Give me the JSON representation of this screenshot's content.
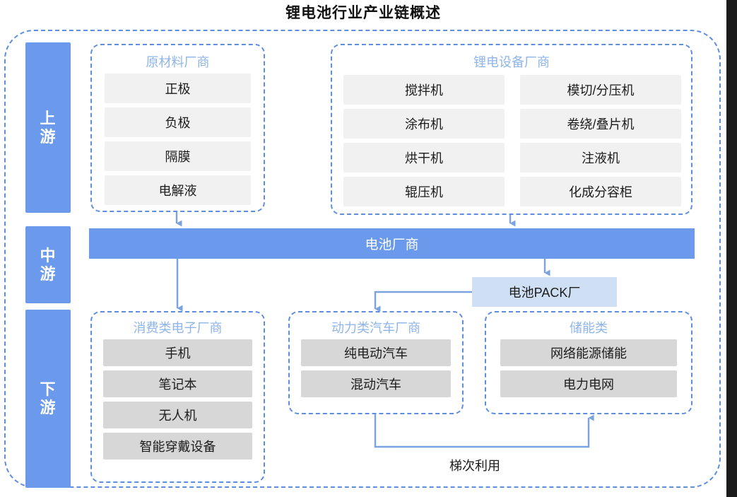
{
  "title": "锂电池行业产业链概述",
  "stages": [
    {
      "label_chars": [
        "上",
        "游"
      ],
      "name": "upstream"
    },
    {
      "label_chars": [
        "中",
        "游"
      ],
      "name": "midstream"
    },
    {
      "label_chars": [
        "下",
        "游"
      ],
      "name": "downstream"
    }
  ],
  "colors": {
    "accent_blue": "#6b9aec",
    "dashed_border": "#5e8ede",
    "group_title": "#8fb5e8",
    "item_upstream_bg": "#f1f1f1",
    "item_downstream_bg": "#d7d7d7",
    "pack_bg": "#cfe0f5",
    "arrow": "#7aa3e0"
  },
  "groups": {
    "raw_materials": {
      "title": "原材料厂商",
      "items": [
        "正极",
        "负极",
        "隔膜",
        "电解液"
      ]
    },
    "equipment": {
      "title": "锂电设备厂商",
      "items_left": [
        "搅拌机",
        "涂布机",
        "烘干机",
        "辊压机"
      ],
      "items_right": [
        "模切/分压机",
        "卷绕/叠片机",
        "注液机",
        "化成分容柜"
      ]
    },
    "consumer_electronics": {
      "title": "消费类电子厂商",
      "items": [
        "手机",
        "笔记本",
        "无人机",
        "智能穿戴设备"
      ]
    },
    "automotive": {
      "title": "动力类汽车厂商",
      "items": [
        "纯电动汽车",
        "混动汽车"
      ]
    },
    "energy_storage": {
      "title": "储能类",
      "items": [
        "网络能源储能",
        "电力电网"
      ]
    }
  },
  "midstream": {
    "battery_makers": "电池厂商",
    "pack_plant": "电池PACK厂"
  },
  "annotations": {
    "cascade_use": "梯次利用"
  }
}
